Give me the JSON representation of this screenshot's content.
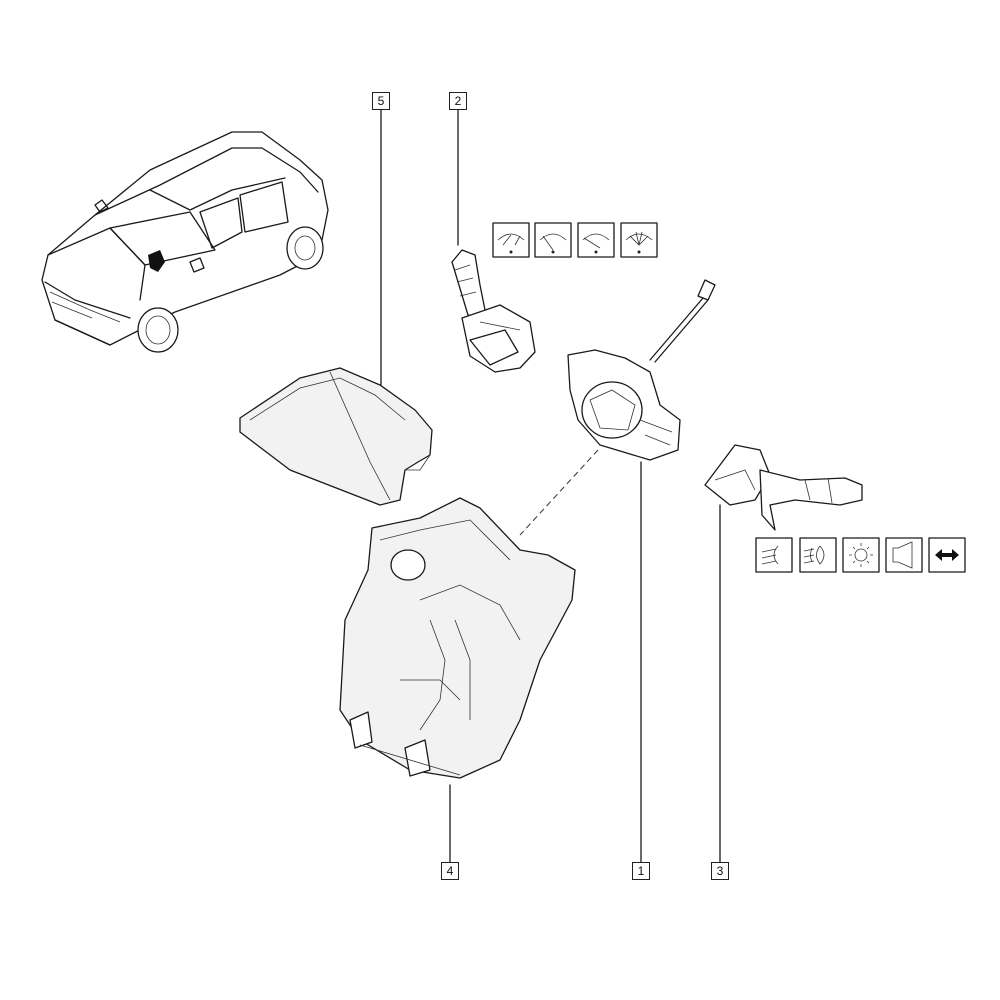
{
  "callouts": [
    {
      "id": "c1",
      "label": "1"
    },
    {
      "id": "c2",
      "label": "2"
    },
    {
      "id": "c3",
      "label": "3"
    },
    {
      "id": "c4",
      "label": "4"
    },
    {
      "id": "c5",
      "label": "5"
    }
  ],
  "wiper_symbols": [
    "front-wiper-intermittent-icon",
    "front-wiper-slow-icon",
    "front-wiper-fast-icon",
    "washer-icon"
  ],
  "light_symbols": [
    "dipped-beam-icon",
    "fog-light-icon",
    "sidelight-icon",
    "horn-icon",
    "indicator-icon"
  ]
}
